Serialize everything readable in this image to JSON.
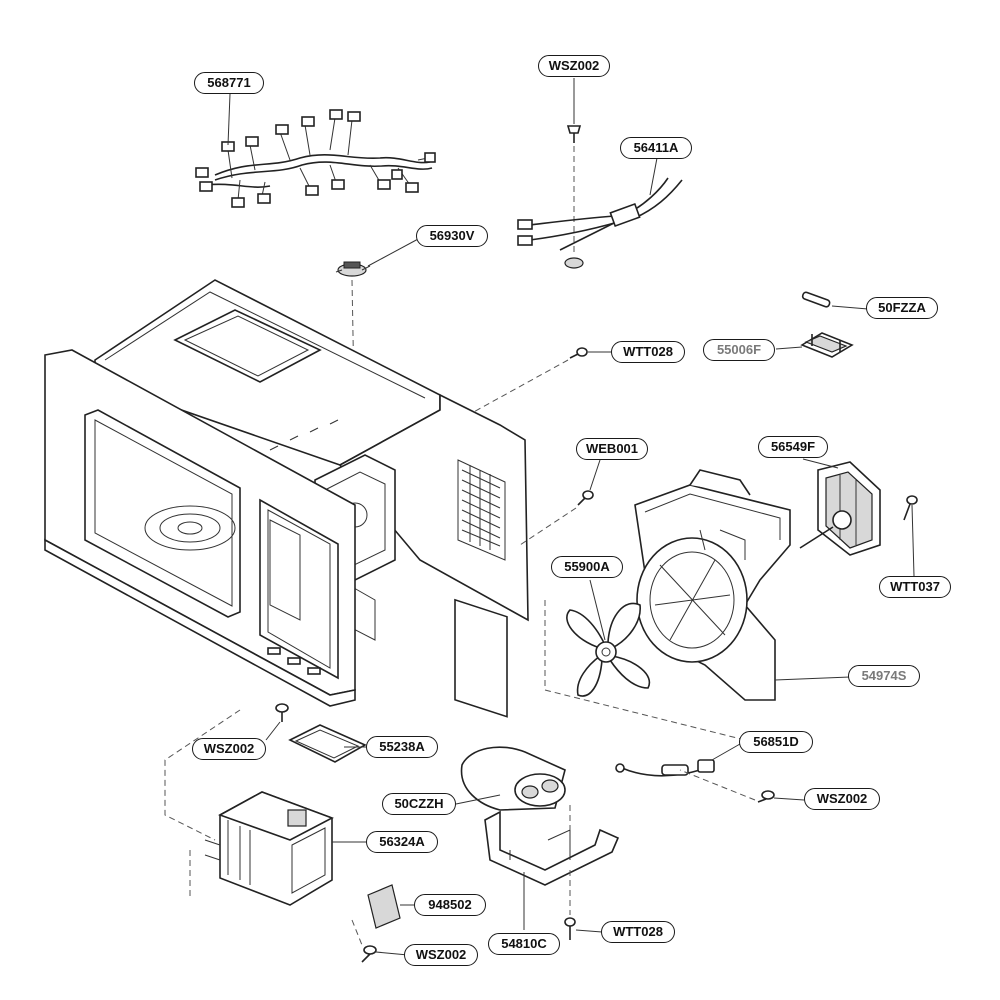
{
  "diagram": {
    "colors": {
      "line": "#222222",
      "label_border": "#1a1a1a",
      "label_text": "#111111",
      "muted_label_text": "#7a7a7a"
    },
    "labels": {
      "p568771": "568771",
      "p_wsz002_top": "WSZ002",
      "p56411a": "56411A",
      "p56930v": "56930V",
      "p50fzza": "50FZZA",
      "p55006f": "55006F",
      "p_wtt028_top": "WTT028",
      "p_web001": "WEB001",
      "p56549f": "56549F",
      "p55900a": "55900A",
      "p_wtt037": "WTT037",
      "p54974s": "54974S",
      "p_wsz002_left": "WSZ002",
      "p55238a": "55238A",
      "p56851d": "56851D",
      "p50czzh": "50CZZH",
      "p_wsz002_right": "WSZ002",
      "p56324a": "56324A",
      "p948502": "948502",
      "p_wtt028_bottom": "WTT028",
      "p54810c": "54810C",
      "p_wsz002_bottom": "WSZ002"
    }
  }
}
